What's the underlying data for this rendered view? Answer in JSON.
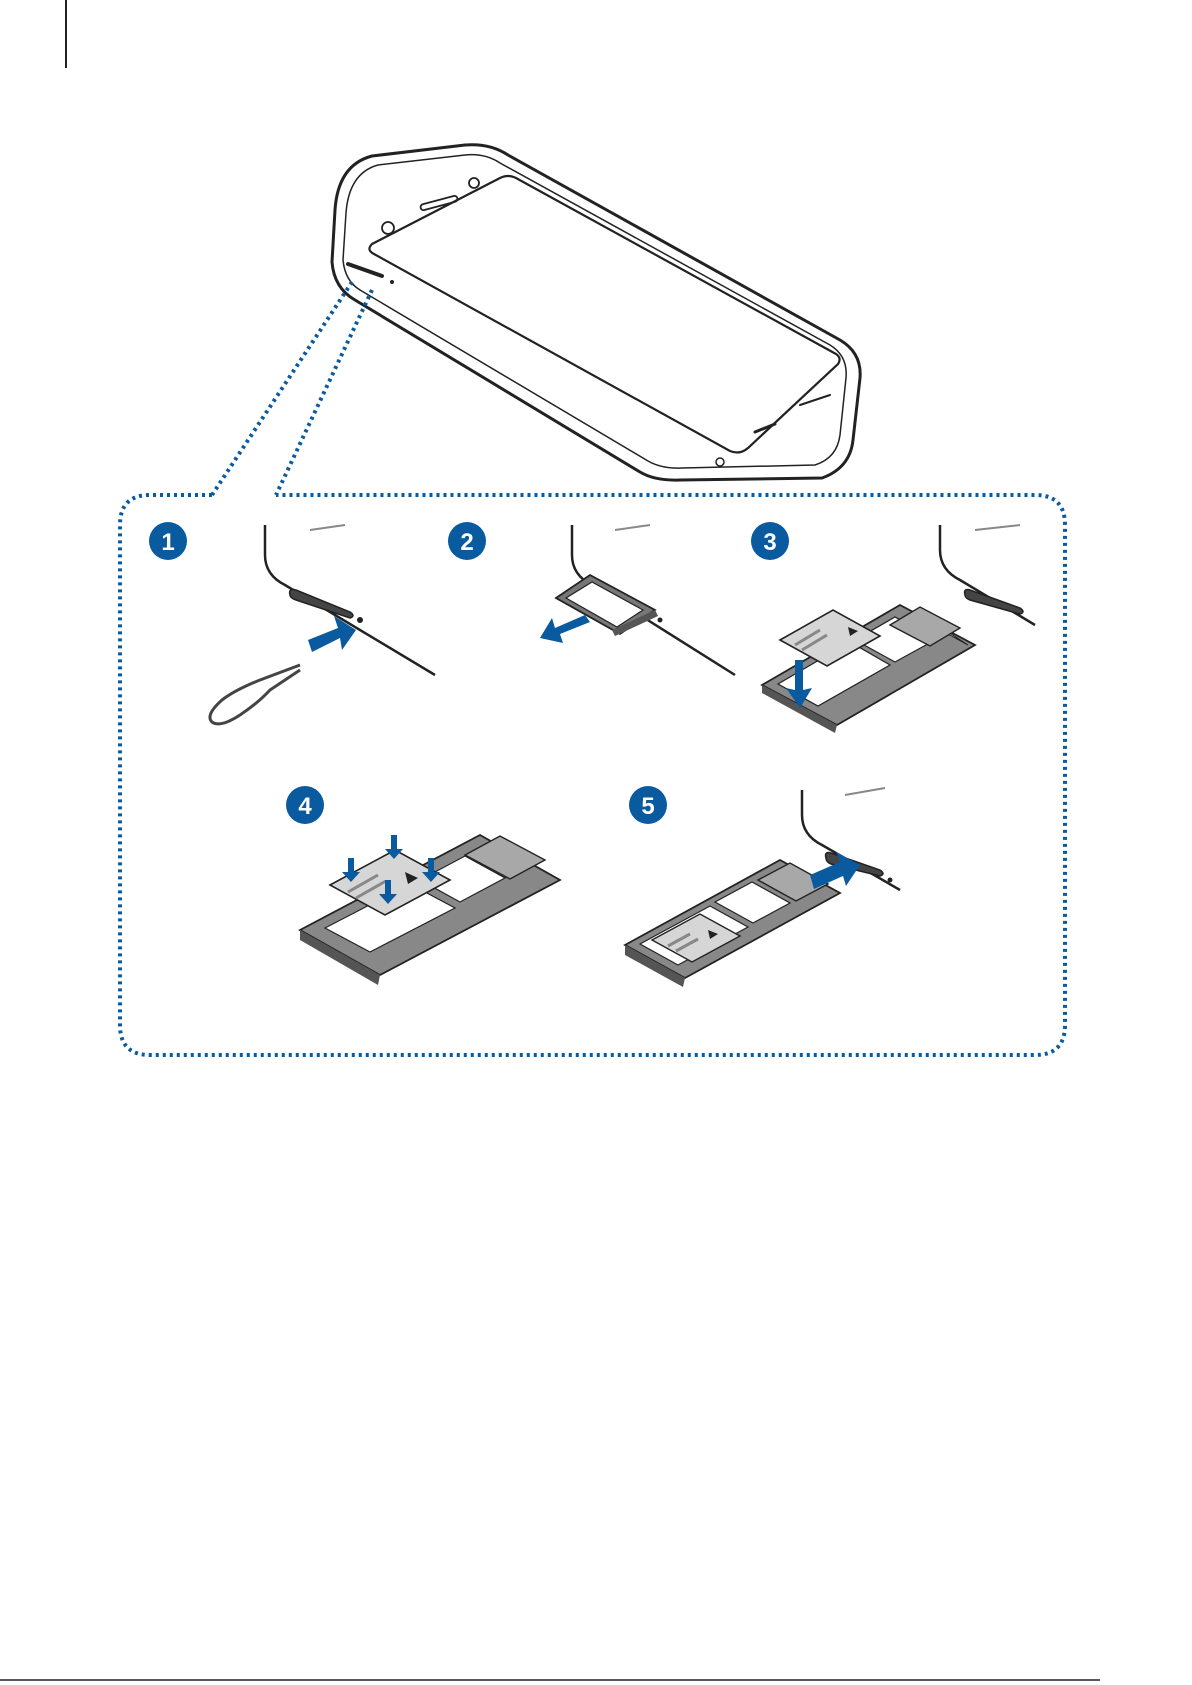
{
  "colors": {
    "accent_blue": "#0a5aa0",
    "line_dark": "#222222",
    "tray_fill": "#6f6f6f",
    "card_fill": "#d6d6d6",
    "sim_fill": "#a8a8a8",
    "dotted_border": "#0a5aa0"
  },
  "steps": [
    {
      "number": "1",
      "action": "insert-ejection-pin"
    },
    {
      "number": "2",
      "action": "pull-out-tray"
    },
    {
      "number": "3",
      "action": "place-memory-card"
    },
    {
      "number": "4",
      "action": "press-card-into-tray"
    },
    {
      "number": "5",
      "action": "insert-tray-into-slot"
    }
  ],
  "icons": {
    "phone": "phone-illustration-icon",
    "pin": "ejection-pin-icon",
    "tray": "sim-tray-icon",
    "card": "memory-card-icon",
    "arrow": "direction-arrow-icon"
  }
}
